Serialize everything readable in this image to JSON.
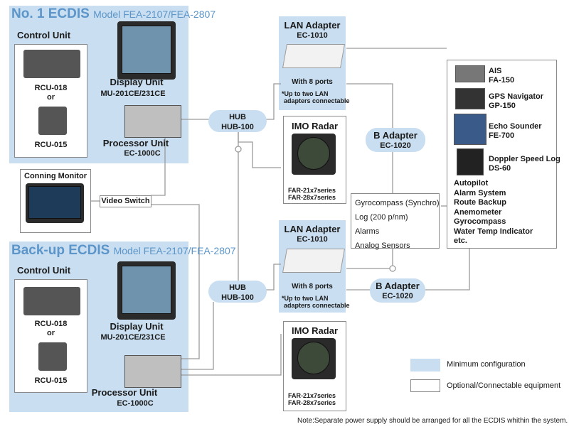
{
  "no1": {
    "title": "No. 1 ECDIS",
    "model": "Model FEA-2107/FEA-2807"
  },
  "backup": {
    "title": "Back-up ECDIS",
    "model": "Model FEA-2107/FEA-2807"
  },
  "control_unit": "Control Unit",
  "rcu018": "RCU-018",
  "or": "or",
  "rcu015": "RCU-015",
  "display_unit": {
    "name": "Display Unit",
    "model": "MU-201CE/231CE"
  },
  "processor_unit": {
    "name": "Processor Unit",
    "model": "EC-1000C"
  },
  "hub": {
    "name": "HUB",
    "model": "HUB-100"
  },
  "lan_adapter": {
    "name": "LAN Adapter",
    "model": "EC-1010",
    "ports": "With 8 ports",
    "note1": "*Up to two LAN",
    "note2": "adapters connectable"
  },
  "imo_radar": {
    "name": "IMO Radar",
    "series1": "FAR-21x7series",
    "series2": "FAR-28x7series"
  },
  "b_adapter": {
    "name": "B Adapter",
    "model": "EC-1020"
  },
  "conning_monitor": "Conning Monitor",
  "video_switch": "Video Switch",
  "sensors": [
    "Gyrocompass (Synchro)",
    "Log (200 p/nm)",
    "Alarms",
    "Analog Sensors"
  ],
  "equipment": [
    {
      "name": "AIS",
      "model": "FA-150"
    },
    {
      "name": "GPS Navigator",
      "model": "GP-150"
    },
    {
      "name": "Echo Sounder",
      "model": "FE-700"
    },
    {
      "name": "Doppler Speed Log",
      "model": "DS-60"
    }
  ],
  "equipment_list": [
    "Autopilot",
    "Alarm System",
    "Route Backup",
    "Anemometer",
    "Gyrocompass",
    "Water Temp Indicator",
    "etc."
  ],
  "legend": {
    "minimum": "Minimum configuration",
    "optional": "Optional/Connectable equipment"
  },
  "note": "Note:Separate power supply should be arranged for all the ECDIS whithin the system.",
  "colors": {
    "blue_fill": "#c9def0",
    "title_blue": "#5b95c9",
    "line": "#9a9a9a"
  }
}
